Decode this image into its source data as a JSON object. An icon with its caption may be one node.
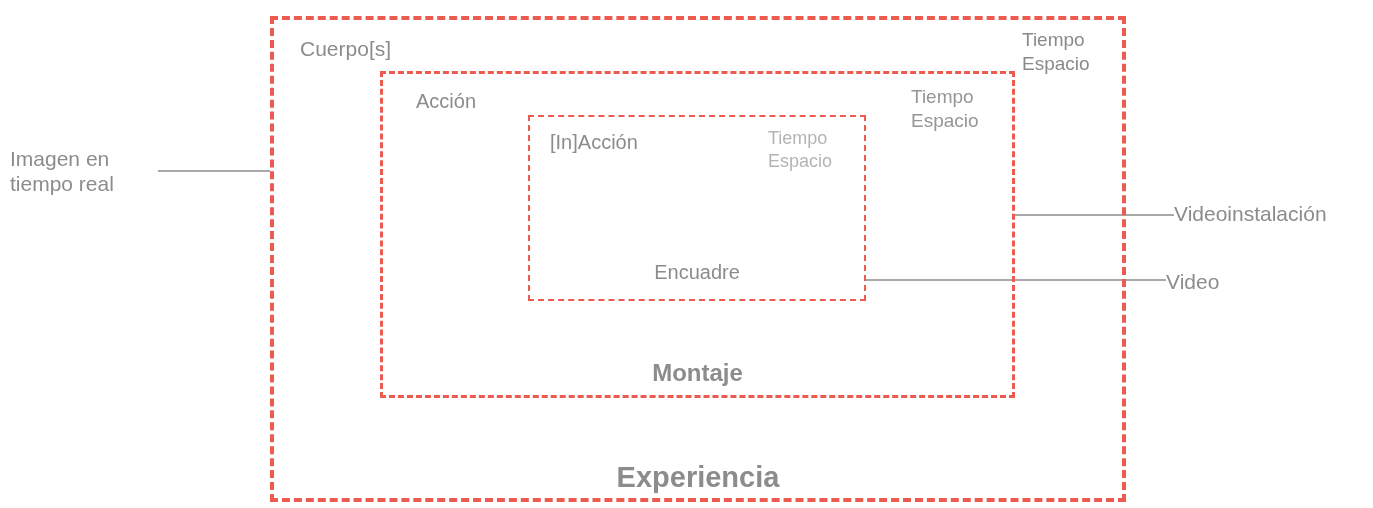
{
  "diagram": {
    "nodes": [
      {
        "text": [
          "Cuerpo[s]",
          "Tiempo Espacio",
          "Experiencia"
        ]
      },
      {
        "text": [
          "Acción",
          "Tiempo Espacio",
          "Montaje"
        ],
        "in": 0
      },
      {
        "text": [
          "[In]Acción",
          "Tiempo Espacio",
          "Encuadre"
        ],
        "in": 1
      },
      {
        "text": [
          "Imagen en tiempo real"
        ]
      },
      {
        "text": [
          "Videoinstalación"
        ]
      },
      {
        "text": [
          "Video"
        ]
      }
    ],
    "edges": [
      {
        "from": 3,
        "to": 0,
        "arrow": "none"
      },
      {
        "from": 4,
        "to": 1,
        "arrow": "none"
      },
      {
        "from": 5,
        "to": 2,
        "arrow": "none"
      }
    ]
  }
}
